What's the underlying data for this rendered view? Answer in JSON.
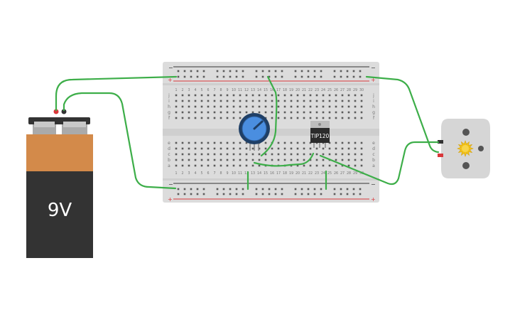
{
  "battery": {
    "label": "9V"
  },
  "transistor": {
    "label": "TIP120"
  },
  "breadboard": {
    "rail_plus_symbol": "+",
    "rail_minus_symbol": "−",
    "columns_count": 30,
    "top_rows": [
      "j",
      "i",
      "h",
      "g",
      "f"
    ],
    "bottom_rows": [
      "e",
      "d",
      "c",
      "b",
      "a"
    ]
  },
  "colors": {
    "wire": "#3dae49",
    "battery_top": "#d38a4a",
    "battery_body": "#333333",
    "breadboard": "#dcdcdc",
    "rail_red": "#d9373a",
    "rail_black": "#333333",
    "pot_knob": "#4a8ee0",
    "motor_body": "#d6d6d6",
    "motor_star": "#f2c218"
  },
  "icons": [
    "potentiometer-icon",
    "dc-motor-icon",
    "battery-terminal-icon"
  ]
}
